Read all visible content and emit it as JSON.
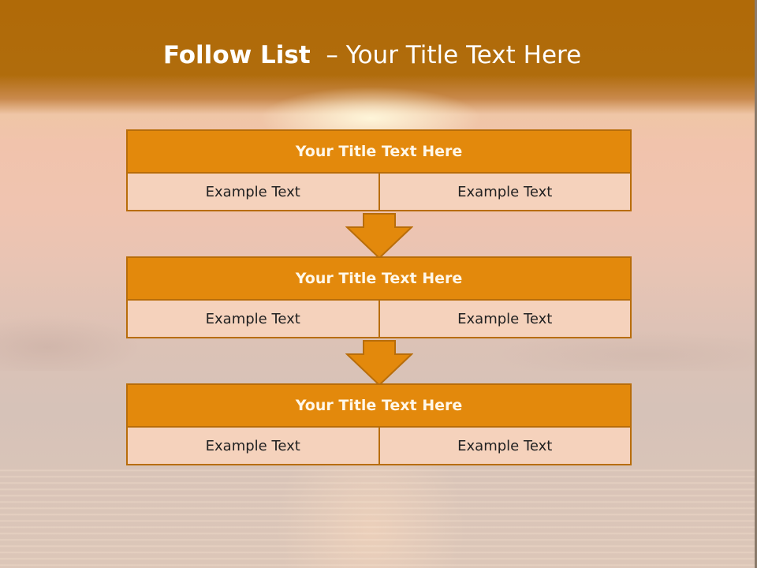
{
  "slide": {
    "title_bold": "Follow List",
    "title_rest": "  – Your Title Text Here"
  },
  "blocks": [
    {
      "header": "Your Title Text Here",
      "cells": [
        "Example Text",
        "Example Text"
      ]
    },
    {
      "header": "Your Title Text Here",
      "cells": [
        "Example Text",
        "Example Text"
      ]
    },
    {
      "header": "Your Title Text Here",
      "cells": [
        "Example Text",
        "Example Text"
      ]
    }
  ],
  "colors": {
    "header_fill": "#e3890c",
    "cell_fill": "#f5d2bc",
    "border": "#b86d0a",
    "title_band": "#b06a08"
  }
}
